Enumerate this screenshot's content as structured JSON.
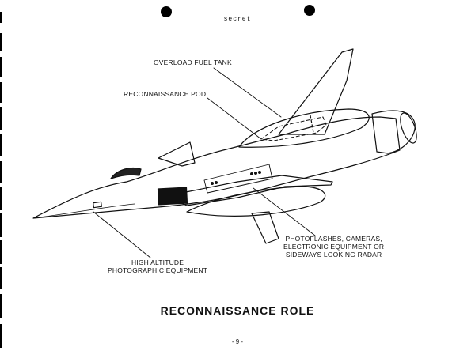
{
  "header": {
    "classification": "secret"
  },
  "labels": {
    "overload_fuel_tank": "OVERLOAD FUEL TANK",
    "reconnaissance_pod": "RECONNAISSANCE POD",
    "photoflashes_line1": "PHOTOFLASHES, CAMERAS,",
    "photoflashes_line2": "ELECTRONIC EQUIPMENT OR",
    "photoflashes_line3": "SIDEWAYS LOOKING RADAR",
    "high_altitude_line1": "HIGH ALTITUDE",
    "high_altitude_line2": "PHOTOGRAPHIC EQUIPMENT"
  },
  "caption": "RECONNAISSANCE ROLE",
  "page_number": "- 9 -"
}
